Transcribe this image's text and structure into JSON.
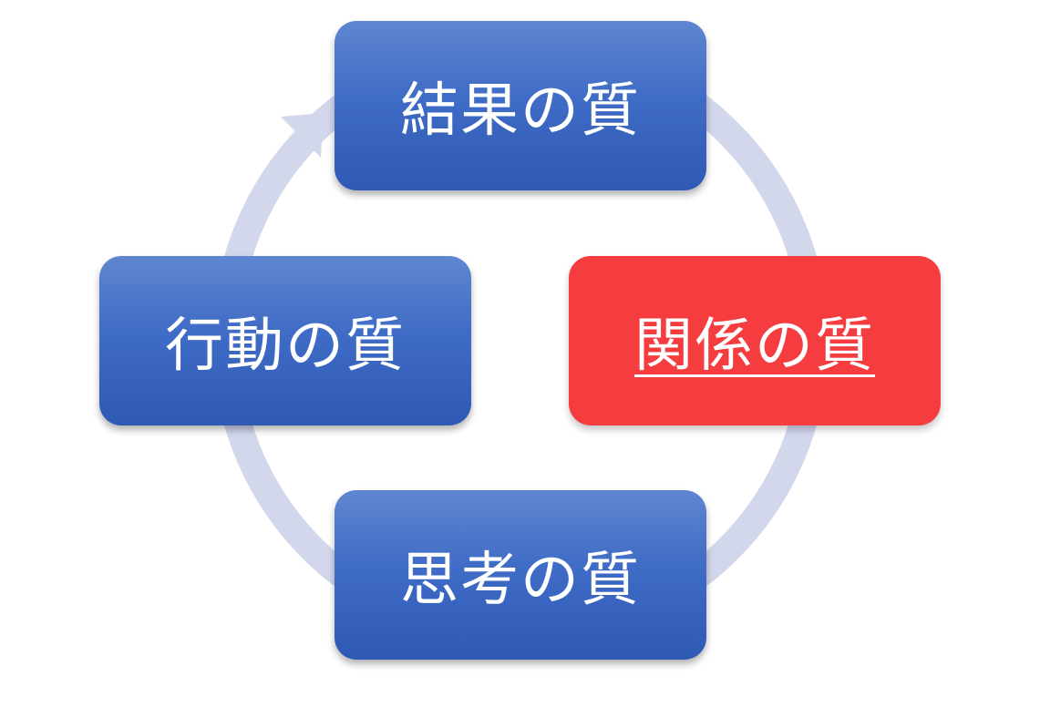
{
  "diagram": {
    "ring_color": "#d2d7ec",
    "nodes": {
      "top": {
        "label": "結果の質",
        "color": "#3f6cc6"
      },
      "right": {
        "label": "関係の質",
        "color": "#f53d40",
        "highlighted": true
      },
      "bottom": {
        "label": "思考の質",
        "color": "#3f6cc6"
      },
      "left": {
        "label": "行動の質",
        "color": "#3f6cc6"
      }
    },
    "flow_direction": "clockwise",
    "arrow_icon": "arrowhead-icon"
  }
}
